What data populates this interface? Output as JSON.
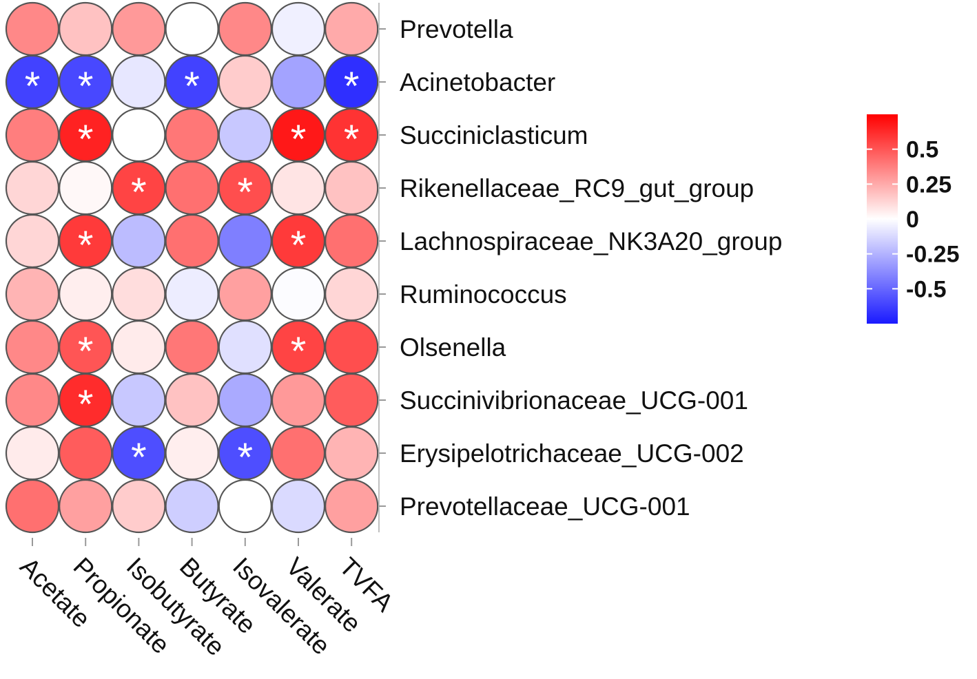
{
  "chart_data": {
    "type": "heatmap",
    "rows": [
      "Prevotella",
      "Acinetobacter",
      "Succiniclasticum",
      "Rikenellaceae_RC9_gut_group",
      "Lachnospiraceae_NK3A20_group",
      "Ruminococcus",
      "Olsenella",
      "Succinivibrionaceae_UCG-001",
      "Erysipelotrichaceae_UCG-002",
      "Prevotellaceae_UCG-001"
    ],
    "columns": [
      "Acetate",
      "Propionate",
      "Isobutyrate",
      "Butyrate",
      "Isovalerate",
      "Valerate",
      "TVFA"
    ],
    "values": [
      [
        0.35,
        0.18,
        0.3,
        0.0,
        0.35,
        -0.05,
        0.25
      ],
      [
        -0.62,
        -0.6,
        -0.08,
        -0.62,
        0.15,
        -0.3,
        -0.68
      ],
      [
        0.38,
        0.65,
        0.0,
        0.4,
        -0.18,
        0.68,
        0.6
      ],
      [
        0.12,
        0.02,
        0.55,
        0.42,
        0.52,
        0.08,
        0.18
      ],
      [
        0.12,
        0.58,
        -0.22,
        0.42,
        -0.42,
        0.58,
        0.42
      ],
      [
        0.22,
        0.05,
        0.1,
        -0.06,
        0.28,
        -0.01,
        0.12
      ],
      [
        0.35,
        0.5,
        0.06,
        0.4,
        -0.1,
        0.55,
        0.52
      ],
      [
        0.35,
        0.62,
        -0.18,
        0.18,
        -0.28,
        0.3,
        0.48
      ],
      [
        0.06,
        0.48,
        -0.58,
        0.05,
        -0.58,
        0.42,
        0.22
      ],
      [
        0.42,
        0.28,
        0.15,
        -0.16,
        0.0,
        -0.12,
        0.28
      ]
    ],
    "significant": [
      [
        false,
        false,
        false,
        false,
        false,
        false,
        false
      ],
      [
        true,
        true,
        false,
        true,
        false,
        false,
        true
      ],
      [
        false,
        true,
        false,
        false,
        false,
        true,
        true
      ],
      [
        false,
        false,
        true,
        false,
        true,
        false,
        false
      ],
      [
        false,
        true,
        false,
        false,
        false,
        true,
        false
      ],
      [
        false,
        false,
        false,
        false,
        false,
        false,
        false
      ],
      [
        false,
        true,
        false,
        false,
        false,
        true,
        false
      ],
      [
        false,
        true,
        false,
        false,
        false,
        false,
        false
      ],
      [
        false,
        false,
        true,
        false,
        true,
        false,
        false
      ],
      [
        false,
        false,
        false,
        false,
        false,
        false,
        false
      ]
    ],
    "significance_marker": "*",
    "value_range": [
      -0.75,
      0.75
    ],
    "colorbar": {
      "ticks": [
        0.5,
        0.25,
        0,
        -0.25,
        -0.5
      ],
      "tick_labels": [
        "0.5",
        "0.25",
        "0",
        "-0.25",
        "-0.5"
      ],
      "placement": "right"
    },
    "colors": {
      "positive": "#ff0000",
      "neutral": "#ffffff",
      "negative": "#1a1aff",
      "cell_border": "#555555"
    }
  }
}
